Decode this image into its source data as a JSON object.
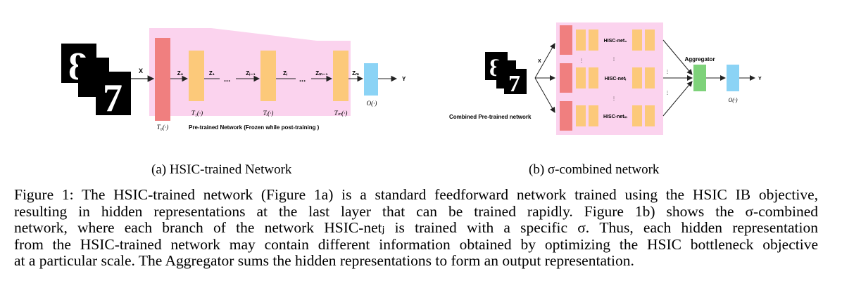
{
  "figure": {
    "panel_a": {
      "input_label": "X",
      "output_label": "Y",
      "z_labels": [
        "Z₀",
        "Z₁",
        "Zᵢ₋₁",
        "Zᵢ",
        "Zₘ₋₁",
        "Zₘ"
      ],
      "dots": "...",
      "t0_label": "T₀(·)",
      "t_labels": [
        "T₁(·)",
        "Tᵢ(·)",
        "Tₘ(·)"
      ],
      "o_label": "O(·)",
      "pretrained_label": "Pre-trained Network (Frozen while post-training )",
      "digits_text": "8 7"
    },
    "panel_b": {
      "input_label": "X",
      "output_label": "Y",
      "branches": [
        "HISC-net₀",
        "HISC-netᵢ",
        "HISC-netₘ"
      ],
      "aggregator_label": "Aggregator",
      "o_label": "O(·)",
      "combined_label": "Combined Pre-trained network",
      "digits_text": "8 7"
    },
    "colors": {
      "pink_bg": "#fbd3ee",
      "red_block": "#f07f7f",
      "orange_block": "#fcc97a",
      "blue_block": "#8bd3f5",
      "green_block": "#7ed27a"
    }
  },
  "subcaptions": {
    "a": "(a) HSIC-trained Network",
    "b": "(b) σ-combined network"
  },
  "caption": {
    "lines": [
      "Figure 1: The HSIC-trained network (Figure 1a) is a standard feedforward network trained using the HSIC IB objective,",
      "resulting in hidden representations at the last layer that can be trained rapidly. Figure 1b) shows the σ-combined",
      "network, where each branch of the network HSIC-netⱼ is trained with a specific σ. Thus, each hidden representation",
      "from the HSIC-trained network may contain different information obtained by optimizing the HSIC bottleneck objective",
      "at a particular scale. The Aggregator sums the hidden representations to form an output representation."
    ]
  }
}
